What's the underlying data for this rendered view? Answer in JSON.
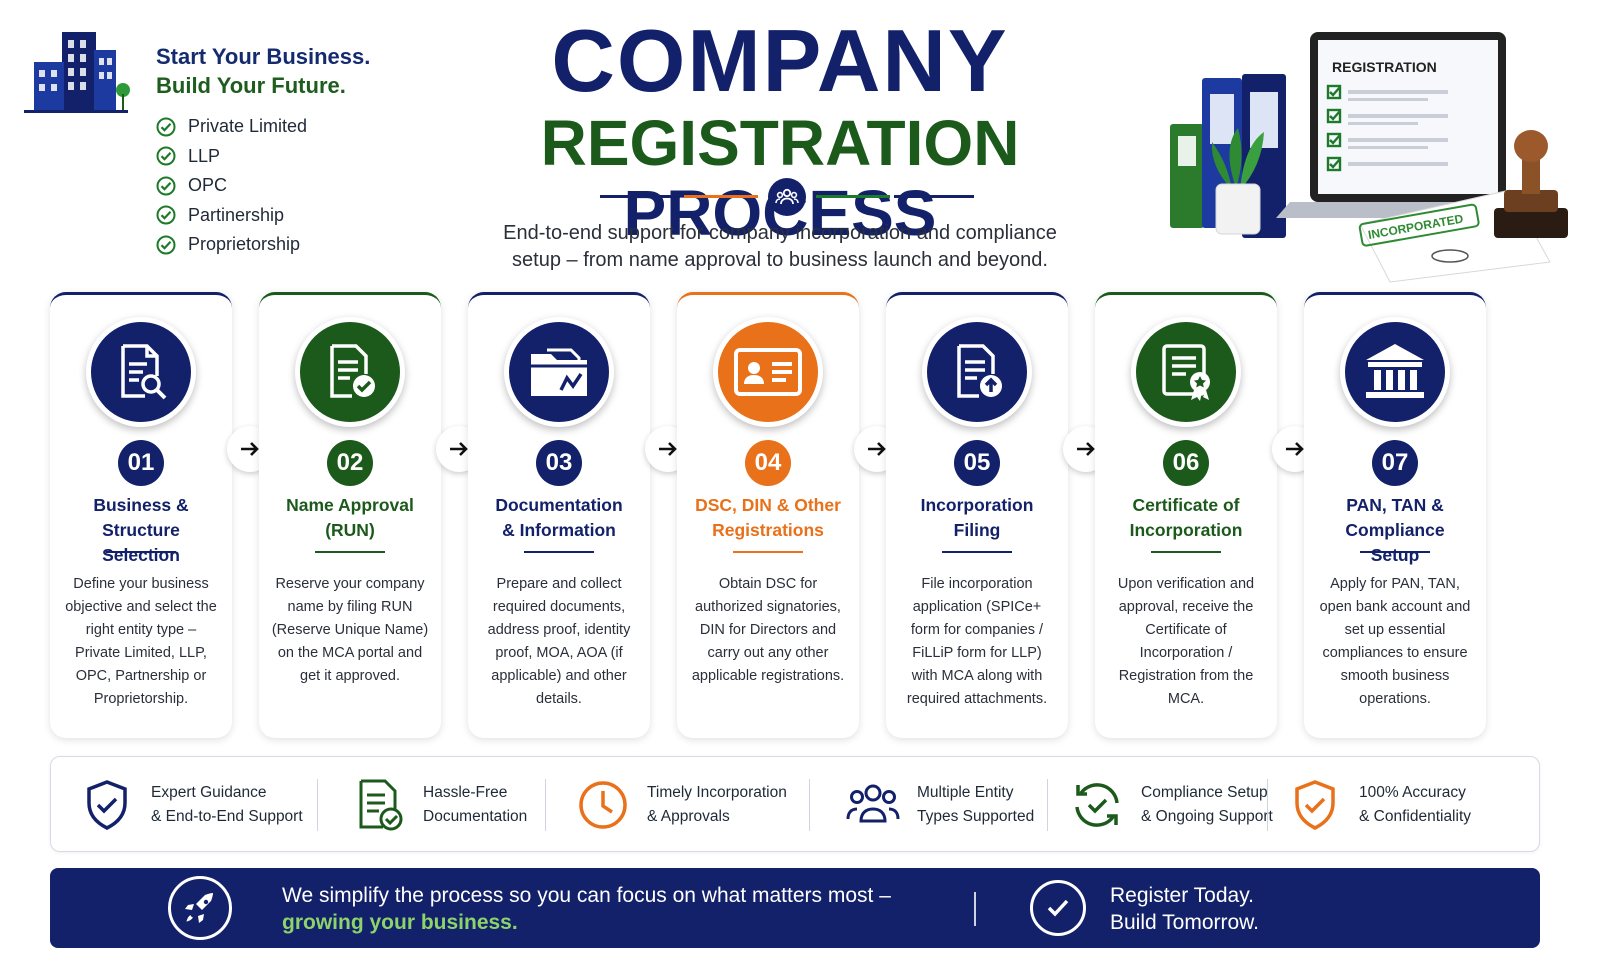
{
  "colors": {
    "navy": "#13216a",
    "green": "#1c5a1c",
    "orange": "#e8711a",
    "light_green": "#8bd36a"
  },
  "intro": {
    "tagline_1": "Start Your Business.",
    "tagline_2": "Build Your Future.",
    "entities": [
      "Private Limited",
      "LLP",
      "OPC",
      "Partinership",
      "Proprietorship"
    ]
  },
  "title": {
    "line1": "COMPANY",
    "line2a": "REGISTRATION",
    "line2b": "PROCESS"
  },
  "subtitle": {
    "line1": "End-to-end support for company incorporation and compliance",
    "line2": "setup – from name approval to business launch and beyond."
  },
  "illustration": {
    "screen_title": "REGISTRATION",
    "stamp": "INCORPORATED"
  },
  "steps": [
    {
      "num": "01",
      "title1": "Business & Structure",
      "title2": "Selection",
      "color": "#13216a",
      "icon": "document-search-icon",
      "desc": [
        "Define your business",
        "objective and select the",
        "right entity type –",
        "Private Limited, LLP,",
        "OPC, Partnership or",
        "Proprietorship."
      ]
    },
    {
      "num": "02",
      "title1": "Name Approval",
      "title2": "(RUN)",
      "color": "#1c5a1c",
      "icon": "document-check-icon",
      "desc": [
        "Reserve your company",
        "name by filing RUN",
        "(Reserve Unique Name)",
        "on the MCA portal and",
        "get it approved."
      ]
    },
    {
      "num": "03",
      "title1": "Documentation",
      "title2": "& Information",
      "color": "#13216a",
      "icon": "folder-icon",
      "desc": [
        "Prepare and collect",
        "required documents,",
        "address proof, identity",
        "proof, MOA, AOA (if",
        "applicable) and other",
        "details."
      ]
    },
    {
      "num": "04",
      "title1": "DSC, DIN & Other",
      "title2": "Registrations",
      "color": "#e8711a",
      "icon": "id-card-icon",
      "desc": [
        "Obtain DSC for",
        "authorized signatories,",
        "DIN for Directors and",
        "carry out any other",
        "applicable registrations."
      ]
    },
    {
      "num": "05",
      "title1": "Incorporation",
      "title2": "Filing",
      "color": "#13216a",
      "icon": "document-upload-icon",
      "desc": [
        "File incorporation",
        "application (SPICe+",
        "form for companies /",
        "FiLLiP form for LLP)",
        "with MCA along with",
        "required attachments."
      ]
    },
    {
      "num": "06",
      "title1": "Certificate of",
      "title2": "Incorporation",
      "color": "#1c5a1c",
      "icon": "certificate-icon",
      "desc": [
        "Upon verification and",
        "approval, receive the",
        "Certificate of",
        "Incorporation /",
        "Registration from the",
        "MCA."
      ]
    },
    {
      "num": "07",
      "title1": "PAN, TAN & Compliance",
      "title2": "Setup",
      "color": "#13216a",
      "icon": "bank-icon",
      "desc": [
        "Apply for PAN, TAN,",
        "open bank account and",
        "set up essential",
        "compliances to ensure",
        "smooth business",
        "operations."
      ]
    }
  ],
  "features": [
    {
      "l1": "Expert Guidance",
      "l2": "& End-to-End Support",
      "icon": "shield-check-icon"
    },
    {
      "l1": "Hassle-Free",
      "l2": "Documentation",
      "icon": "document-check-icon"
    },
    {
      "l1": "Timely Incorporation",
      "l2": "& Approvals",
      "icon": "clock-icon"
    },
    {
      "l1": "Multiple Entity",
      "l2": "Types Supported",
      "icon": "users-icon"
    },
    {
      "l1": "Compliance Setup",
      "l2": "& Ongoing Support",
      "icon": "refresh-check-icon"
    },
    {
      "l1": "100% Accuracy",
      "l2": "& Confidentiality",
      "icon": "shield-check-orange-icon"
    }
  ],
  "banner": {
    "msg_1": "We simplify the process so you can focus on what matters most –",
    "msg_2": "growing your business.",
    "cta_1": "Register Today.",
    "cta_2": "Build Tomorrow."
  }
}
